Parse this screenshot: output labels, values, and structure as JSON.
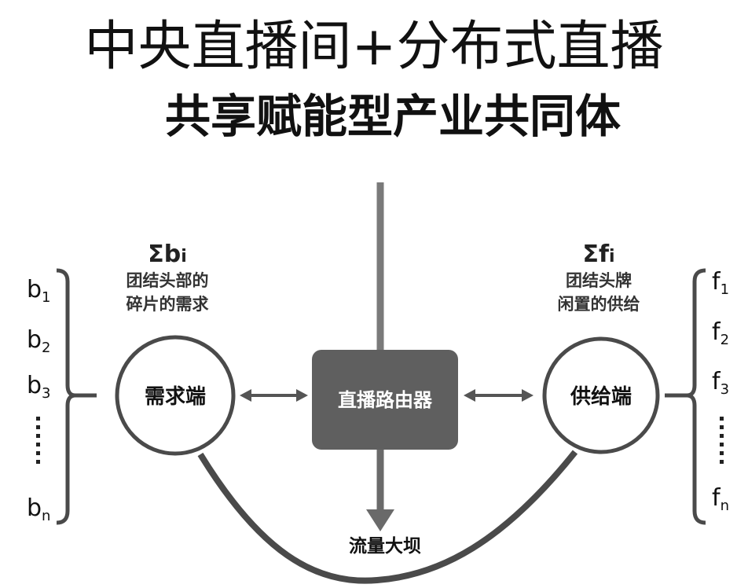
{
  "title": {
    "line1": "中央直播间+分布式直播",
    "line2": "共享赋能型产业共同体"
  },
  "router": {
    "label": "直播路由器"
  },
  "demand": {
    "sigma": "Σb",
    "sigma_sub": "i",
    "desc_line1": "团结头部的",
    "desc_line2": "碎片的需求",
    "node": "需求端",
    "items": [
      {
        "base": "b",
        "sub": "1"
      },
      {
        "base": "b",
        "sub": "2"
      },
      {
        "base": "b",
        "sub": "3"
      },
      {
        "base": "b",
        "sub": "n"
      }
    ]
  },
  "supply": {
    "sigma": "Σf",
    "sigma_sub": "i",
    "desc_line1": "团结头牌",
    "desc_line2": "闲置的供给",
    "node": "供给端",
    "items": [
      {
        "base": "f",
        "sub": "1"
      },
      {
        "base": "f",
        "sub": "2"
      },
      {
        "base": "f",
        "sub": "3"
      },
      {
        "base": "f",
        "sub": "n"
      }
    ]
  },
  "dam": {
    "label": "流量大坝"
  },
  "colors": {
    "box": "#5f5f5f",
    "line": "#4a4a4a",
    "arrow": "#6a6a6a"
  }
}
